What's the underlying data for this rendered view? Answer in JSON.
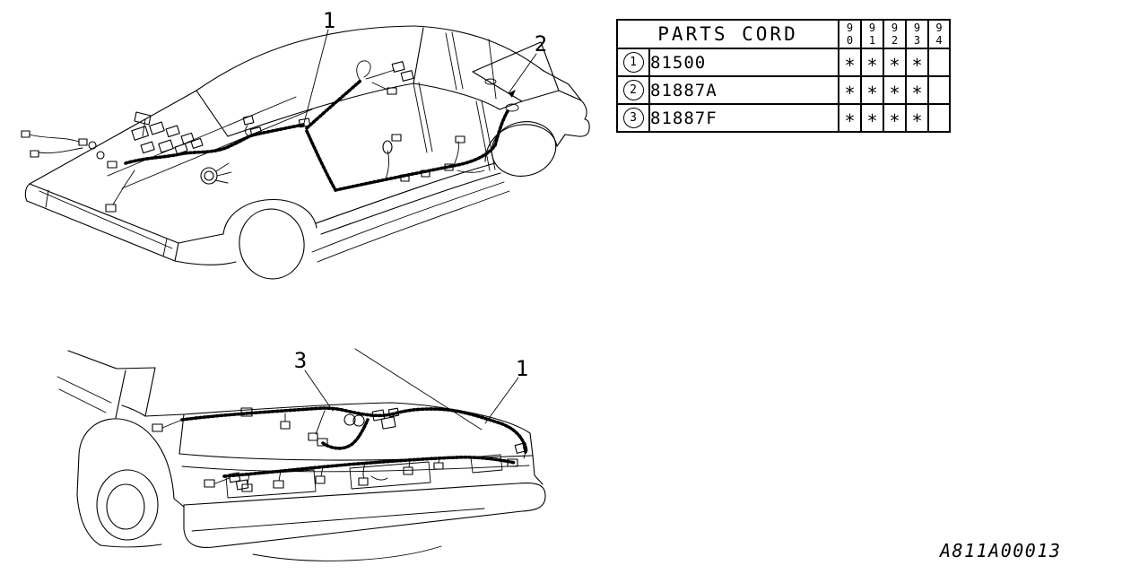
{
  "figure_top": {
    "callout_1": "1",
    "callout_2": "2"
  },
  "figure_bottom": {
    "callout_3": "3",
    "callout_1": "1"
  },
  "table": {
    "title": "PARTS CORD",
    "years": [
      "90",
      "91",
      "92",
      "93",
      "94"
    ],
    "rows": [
      {
        "ref": "1",
        "part": "81500",
        "marks": [
          "*",
          "*",
          "*",
          "*",
          ""
        ]
      },
      {
        "ref": "2",
        "part": "81887A",
        "marks": [
          "*",
          "*",
          "*",
          "*",
          ""
        ]
      },
      {
        "ref": "3",
        "part": "81887F",
        "marks": [
          "*",
          "*",
          "*",
          "*",
          ""
        ]
      }
    ]
  },
  "footer": {
    "code": "A811A00013"
  },
  "colors": {
    "ink": "#000000",
    "background": "#ffffff"
  }
}
